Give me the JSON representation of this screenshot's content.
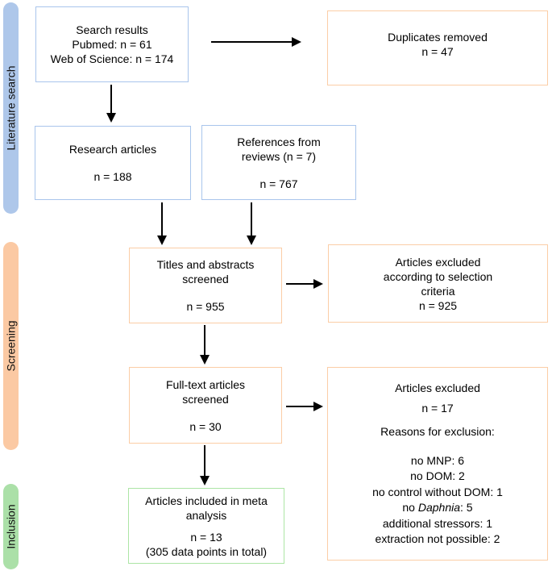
{
  "phases": [
    {
      "label": "Literature search",
      "color": "#aec7ea"
    },
    {
      "label": "Screening",
      "color": "#fbc9a3"
    },
    {
      "label": "Inclusion",
      "color": "#abe0a8"
    }
  ],
  "boxes": {
    "search_results": {
      "lines": [
        "Search results",
        "Pubmed: n = 61",
        "Web of Science: n = 174"
      ],
      "border_color": "#a9c5ec"
    },
    "duplicates_removed": {
      "lines": [
        "Duplicates removed",
        "n = 47"
      ],
      "border_color": "#fbcda6"
    },
    "research_articles": {
      "title": "Research articles",
      "count": "n = 188",
      "border_color": "#a9c5ec"
    },
    "references_reviews": {
      "title": "References from reviews (n = 7)",
      "count": "n = 767",
      "border_color": "#a9c5ec"
    },
    "titles_abstracts": {
      "title": "Titles and abstracts screened",
      "count": "n = 955",
      "border_color": "#fbcda6"
    },
    "excluded_selection": {
      "lines": [
        "Articles excluded",
        "according to selection",
        "criteria",
        "n = 925"
      ],
      "border_color": "#fbcda6"
    },
    "full_text": {
      "title": "Full-text articles screened",
      "count": "n = 30",
      "border_color": "#fbcda6"
    },
    "excluded_full": {
      "title": "Articles excluded",
      "count": "n = 17",
      "reasons_heading": "Reasons for exclusion:",
      "reasons_before": [
        "no MNP: 6",
        "no DOM: 2",
        "no control without DOM: 1"
      ],
      "reason_daphnia": {
        "prefix": "no ",
        "italic": "Daphnia",
        "suffix": ": 5"
      },
      "reasons_after": [
        "additional stressors: 1",
        "extraction not possible: 2"
      ],
      "border_color": "#fbcda6"
    },
    "included_meta": {
      "title": "Articles included in meta analysis",
      "count": "n = 13",
      "note": "(305 data points in total)",
      "border_color": "#ace5a5"
    }
  },
  "colors": {
    "arrow": "#000000",
    "background": "#ffffff",
    "text": "#000000"
  }
}
